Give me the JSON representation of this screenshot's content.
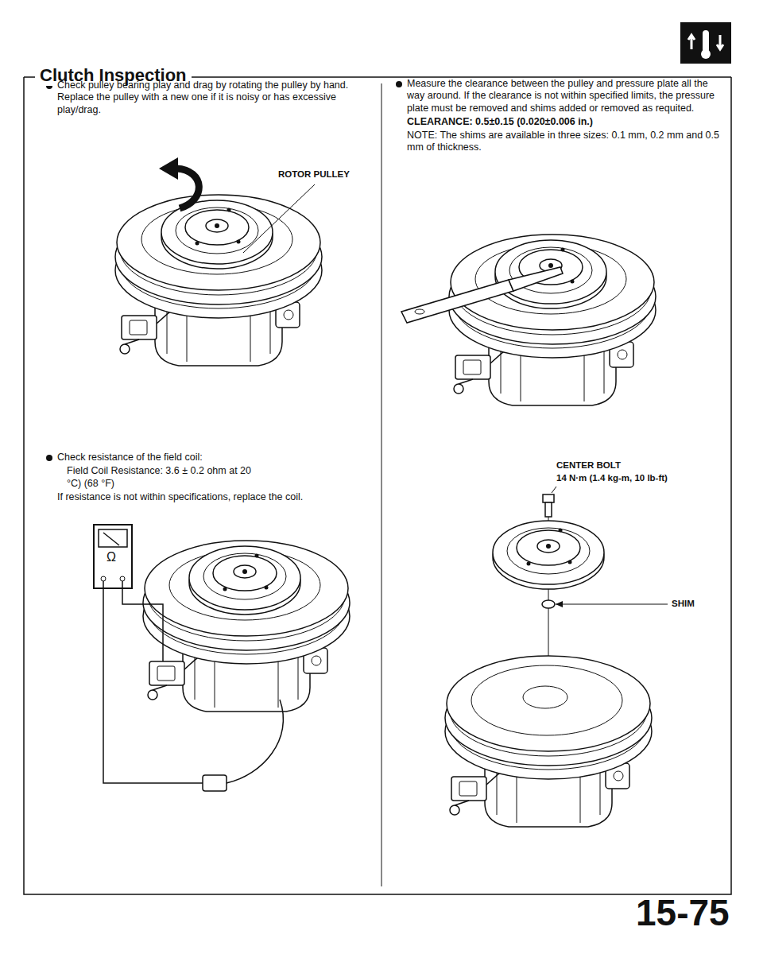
{
  "diagram": {
    "title": "Clutch Inspection",
    "labels": [
      "Check pulley bearing play and drag by rotating the pulley by hand. Replace the pulley with a new one if it is noisy or has excessive play/drag.",
      "ROTOR PULLEY",
      "Check resistance of the field coil:",
      "Field Coil Resistance: 3.6 ± 0.2 ohm at 20 °C) (68 °F)",
      "If resistance is not within specifications, replace the coil.",
      "Ω",
      "Measure the clearance between the pulley and pressure plate all the way around. If the clearance is not within specified limits, the pressure plate must be removed and shims added or removed as requited.",
      "CLEARANCE: 0.5±0.15 (0.020±0.006 in.)",
      "NOTE: The shims are available in three sizes: 0.1 mm, 0.2 mm and 0.5 mm of thickness.",
      "CENTER BOLT",
      "14 N·m (1.4 kg-m, 10 lb-ft)",
      "SHIM",
      "15-75"
    ]
  }
}
